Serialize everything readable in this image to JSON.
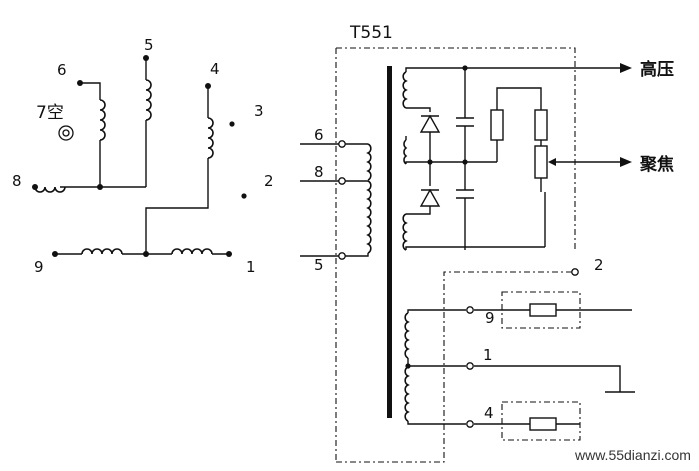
{
  "diagram": {
    "transformer_label": "T551",
    "left_schematic": {
      "pin_6": "6",
      "pin_5": "5",
      "pin_4": "4",
      "pin_7_label": "7空",
      "pin_3": "3",
      "pin_8": "8",
      "pin_2": "2",
      "pin_9": "9",
      "pin_1": "1"
    },
    "right_schematic": {
      "primary_6": "6",
      "primary_8": "8",
      "primary_5": "5",
      "output_high_voltage": "高压",
      "output_focus": "聚焦",
      "pin_2": "2",
      "pin_9": "9",
      "pin_1": "1",
      "pin_4": "4"
    },
    "watermark": "www.55dianzi.com"
  }
}
